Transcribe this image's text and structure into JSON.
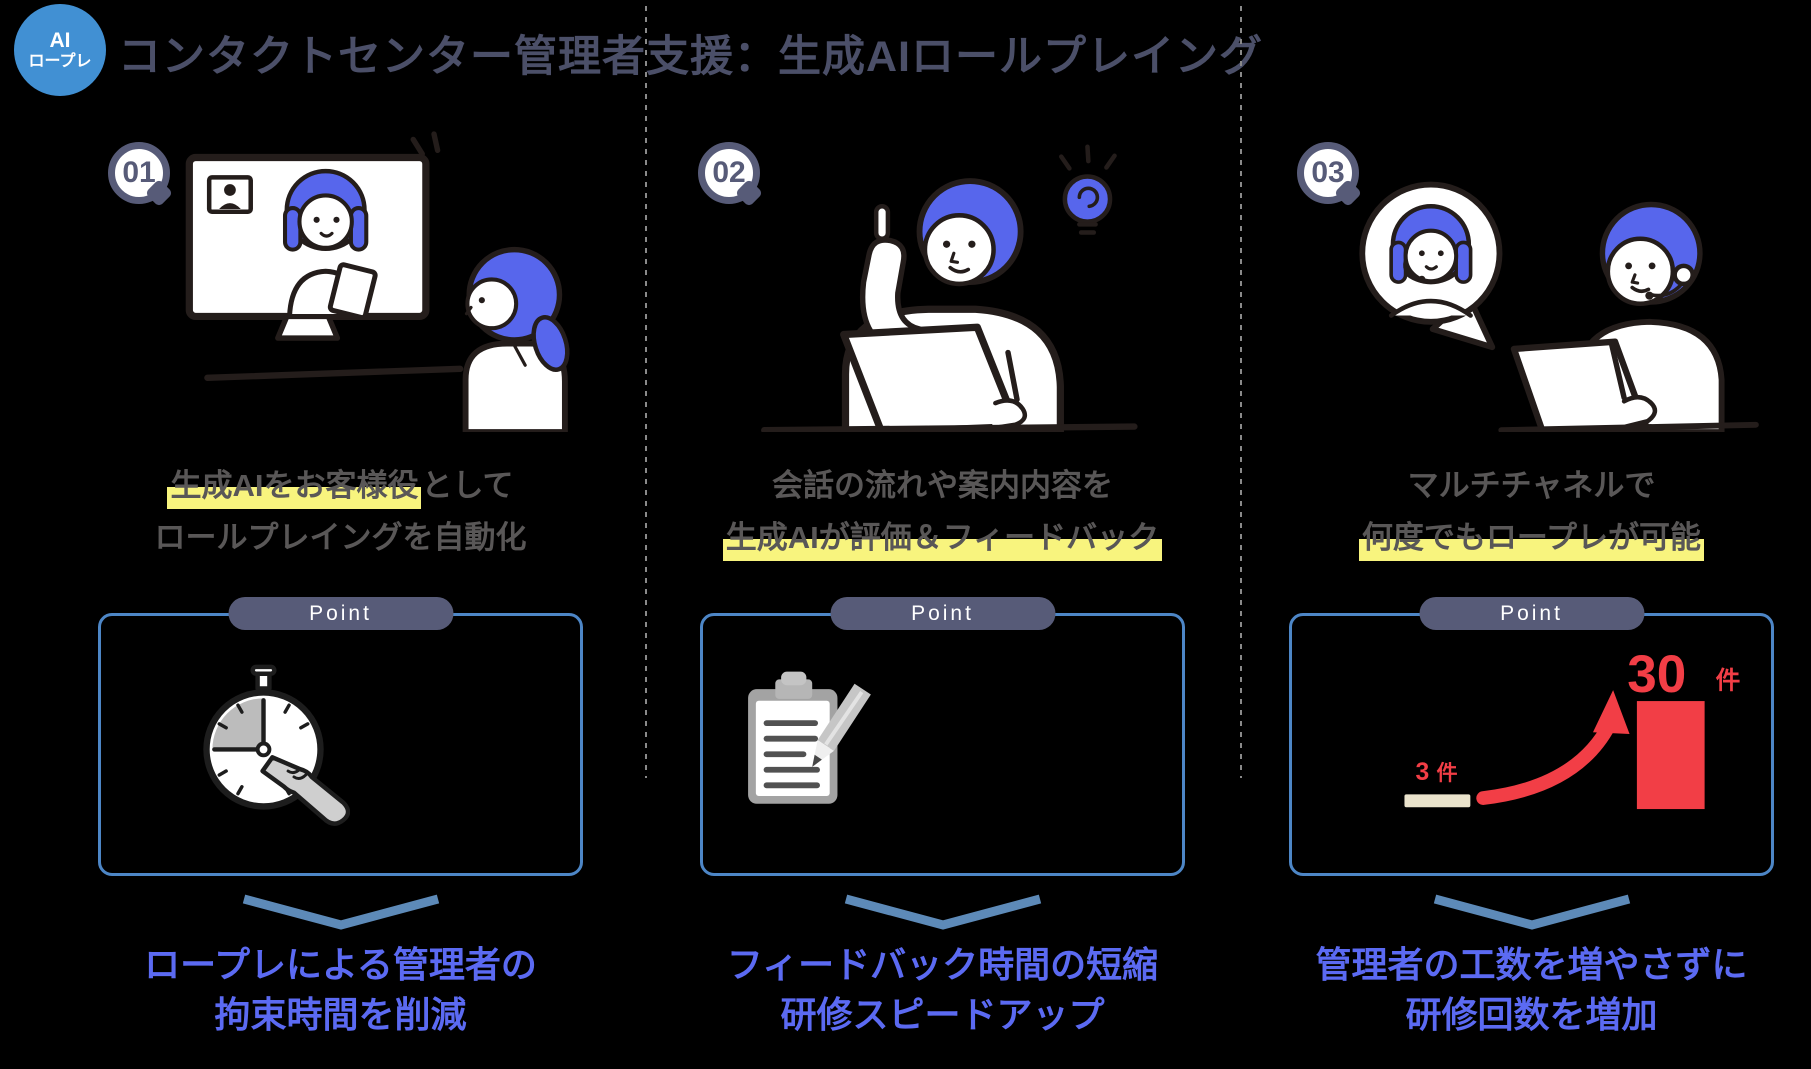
{
  "header": {
    "logo": {
      "line1": "AI",
      "line2": "ロープレ"
    },
    "title": "コンタクトセンター管理者支援：生成AIロールプレイング"
  },
  "columns": [
    {
      "number": "01",
      "illustration": "online-video-call-roleplay",
      "desc": {
        "line1": {
          "pre": "",
          "hl": "生成AIをお客様役",
          "post": "として"
        },
        "line2": {
          "pre": "ロールプレイングを自動化",
          "hl": "",
          "post": ""
        }
      },
      "point": {
        "label": "Point",
        "icon": "stopwatch-hand-icon"
      },
      "result": {
        "line1": "ロープレによる管理者の",
        "line2": "拘束時間を削減"
      }
    },
    {
      "number": "02",
      "illustration": "ai-feedback-at-laptop",
      "desc": {
        "line1": {
          "pre": "会話の流れや案内内容を",
          "hl": "",
          "post": ""
        },
        "line2": {
          "pre": "",
          "hl": "生成AIが評価＆フィードバック",
          "post": ""
        }
      },
      "point": {
        "label": "Point",
        "icon": "clipboard-pencil-icon"
      },
      "result": {
        "line1": "フィードバック時間の短縮",
        "line2": "研修スピードアップ"
      }
    },
    {
      "number": "03",
      "illustration": "multichannel-roleplay-agents",
      "desc": {
        "line1": {
          "pre": "マルチチャネルで",
          "hl": "",
          "post": ""
        },
        "line2": {
          "pre": "",
          "hl": "何度でもロープレが可能",
          "post": ""
        }
      },
      "point": {
        "label": "Point",
        "icon": "growth-bar-chart-icon"
      },
      "chart": {
        "small_value": "3",
        "small_unit": "件",
        "big_value": "30",
        "big_unit": "件"
      },
      "result": {
        "line1": "管理者の工数を増やさずに",
        "line2": "研修回数を増加"
      }
    }
  ],
  "chart_data": {
    "type": "bar",
    "labels": [
      "3 件",
      "30 件"
    ],
    "values": [
      3,
      30
    ],
    "unit": "件",
    "annotation": "red upward curved arrow between bars",
    "bar_colors": [
      "#eae3cc",
      "#f23e46"
    ]
  },
  "colors": {
    "background": "#000000",
    "logo_blue": "#4190d3",
    "title_text": "#4b4f68",
    "desc_text": "#595757",
    "highlight_yellow": "#f8f47e",
    "point_pill": "#575b78",
    "point_box_border": "#4d86c6",
    "chevron_blue": "#5d8ab8",
    "result_blue": "#5b6af2",
    "accent_red": "#f23e46",
    "hair_blue": "#5766ec",
    "small_bar_beige": "#eae3cc"
  }
}
